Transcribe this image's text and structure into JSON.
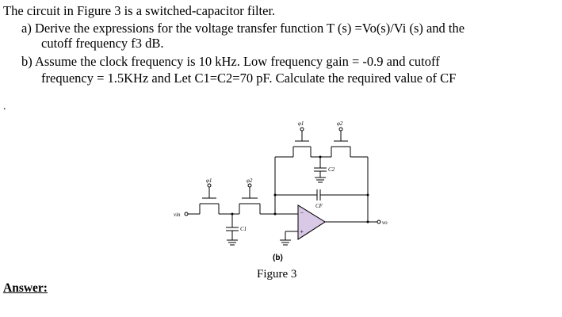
{
  "problem": {
    "intro": "The circuit in Figure 3 is a switched-capacitor filter.",
    "part_a": {
      "label": "a)",
      "line1": "Derive the expressions for the voltage transfer function T (s) =Vo(s)/Vi (s) and the",
      "line2": "cutoff frequency f3 dB."
    },
    "part_b": {
      "label": "b)",
      "line1": "Assume the clock frequency is 10 kHz. Low frequency gain = -0.9 and cutoff",
      "line2": "frequency = 1.5KHz and Let C1=C2=70 pF. Calculate the required value of CF"
    },
    "stray_mark": "."
  },
  "figure": {
    "sublabel": "(b)",
    "caption": "Figure 3",
    "labels": {
      "vin": "vin",
      "vo": "vo",
      "phi1": "φ1",
      "phi2": "φ2",
      "c1": "C1",
      "c2": "C2",
      "cf": "CF",
      "minus": "−",
      "plus": "+"
    }
  },
  "answer_label": "Answer:"
}
